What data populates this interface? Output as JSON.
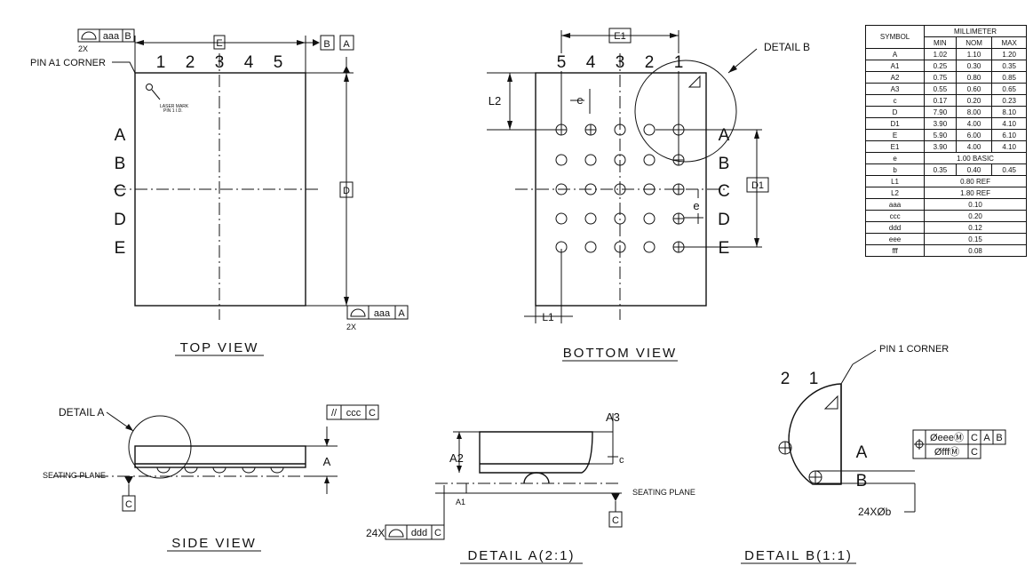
{
  "top_view": {
    "title": "TOP VIEW",
    "columns": [
      "1",
      "2",
      "3",
      "4",
      "5"
    ],
    "rows": [
      "A",
      "B",
      "C",
      "D",
      "E"
    ],
    "pin_corner_label": "PIN A1 CORNER",
    "laser_mark": "LASER MARK\nPIN 1 I.D.",
    "width_label": "E",
    "length_label": "D",
    "datum_b": "B",
    "datum_a": "A",
    "fcf_top": {
      "tol": "aaa",
      "datum": "B",
      "count": "2X"
    },
    "fcf_bottom": {
      "tol": "aaa",
      "datum": "A",
      "count": "2X"
    }
  },
  "bottom_view": {
    "title": "BOTTOM VIEW",
    "columns": [
      "5",
      "4",
      "3",
      "2",
      "1"
    ],
    "rows": [
      "A",
      "B",
      "C",
      "D",
      "E"
    ],
    "e1_label": "E1",
    "d1_label": "D1",
    "l1_label": "L1",
    "l2_label": "L2",
    "pitch_label": "e",
    "pitch_label_side": "e",
    "detail_b_label": "DETAIL B"
  },
  "side_view": {
    "title": "SIDE VIEW",
    "detail_a_label": "DETAIL A",
    "seating_plane": "SEATING PLANE",
    "datum_c": "C",
    "height_label": "A",
    "fcf": {
      "tol": "ccc",
      "datum": "C"
    }
  },
  "detail_a": {
    "title": "DETAIL A(2:1)",
    "a1_label": "A1",
    "a2_label": "A2",
    "a3_label": "A3",
    "c_label": "c",
    "seating_plane": "SEATING PLANE",
    "datum_c": "C",
    "fcf": {
      "count": "24X",
      "tol": "ddd",
      "datum": "C"
    }
  },
  "detail_b": {
    "title": "DETAIL B(1:1)",
    "pin_corner": "PIN 1 CORNER",
    "columns": [
      "2",
      "1"
    ],
    "row_a": "A",
    "row_b": "B",
    "ball_dia": "24XØb",
    "fcf_row1": {
      "tol": "ØeeeⓂ",
      "datums": [
        "C",
        "A",
        "B"
      ]
    },
    "fcf_row2": {
      "tol": "ØfffⓂ",
      "datums": [
        "C"
      ]
    }
  },
  "dimension_table": {
    "header_symbol": "SYMBOL",
    "header_unit": "MILLIMETER",
    "subheaders": [
      "MIN",
      "NOM",
      "MAX"
    ],
    "rows": [
      {
        "symbol": "A",
        "min": "1.02",
        "nom": "1.10",
        "max": "1.20"
      },
      {
        "symbol": "A1",
        "min": "0.25",
        "nom": "0.30",
        "max": "0.35"
      },
      {
        "symbol": "A2",
        "min": "0.75",
        "nom": "0.80",
        "max": "0.85"
      },
      {
        "symbol": "A3",
        "min": "0.55",
        "nom": "0.60",
        "max": "0.65"
      },
      {
        "symbol": "c",
        "min": "0.17",
        "nom": "0.20",
        "max": "0.23"
      },
      {
        "symbol": "D",
        "min": "7.90",
        "nom": "8.00",
        "max": "8.10"
      },
      {
        "symbol": "D1",
        "min": "3.90",
        "nom": "4.00",
        "max": "4.10"
      },
      {
        "symbol": "E",
        "min": "5.90",
        "nom": "6.00",
        "max": "6.10"
      },
      {
        "symbol": "E1",
        "min": "3.90",
        "nom": "4.00",
        "max": "4.10"
      },
      {
        "symbol": "e",
        "span": "1.00 BASIC"
      },
      {
        "symbol": "b",
        "min": "0.35",
        "nom": "0.40",
        "max": "0.45"
      },
      {
        "symbol": "L1",
        "span": "0.80 REF"
      },
      {
        "symbol": "L2",
        "span": "1.80 REF"
      },
      {
        "symbol": "aaa",
        "span": "0.10"
      },
      {
        "symbol": "ccc",
        "span": "0.20"
      },
      {
        "symbol": "ddd",
        "span": "0.12"
      },
      {
        "symbol": "eee",
        "span": "0.15"
      },
      {
        "symbol": "fff",
        "span": "0.08"
      }
    ]
  }
}
